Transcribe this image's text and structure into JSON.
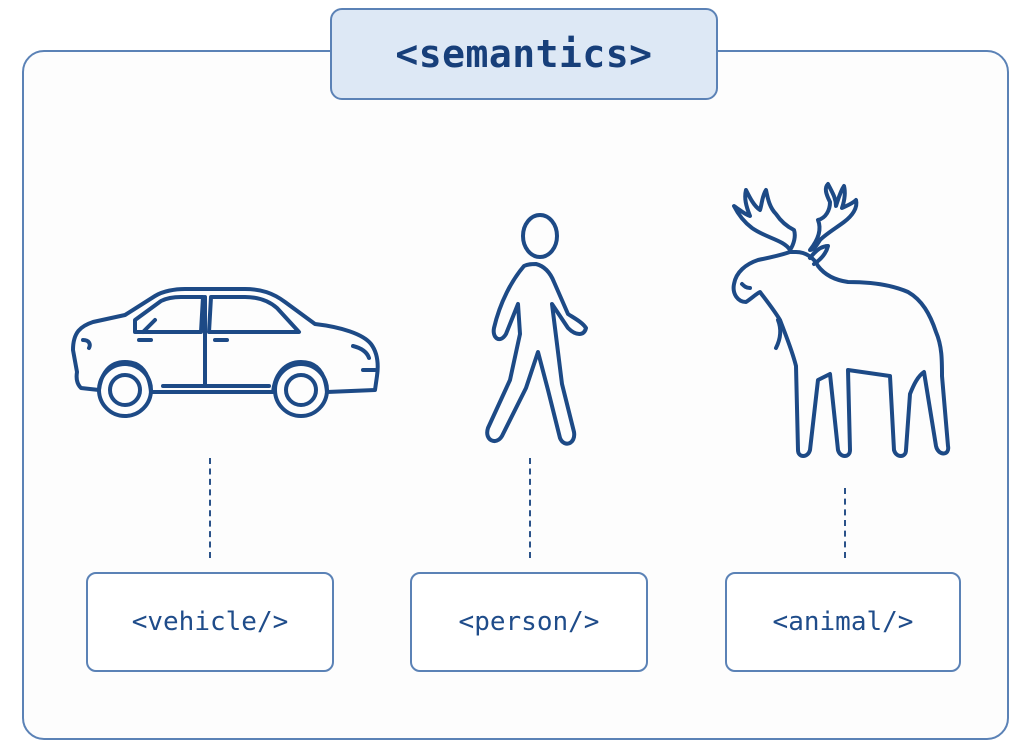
{
  "title": "<semantics>",
  "nodes": [
    {
      "icon": "car-icon",
      "label": "<vehicle/>"
    },
    {
      "icon": "person-walking-icon",
      "label": "<person/>"
    },
    {
      "icon": "moose-icon",
      "label": "<animal/>"
    }
  ],
  "colors": {
    "stroke": "#1d4a86",
    "border": "#5b82b6",
    "title_fill": "#dde8f5",
    "text": "#1f4c8a"
  }
}
